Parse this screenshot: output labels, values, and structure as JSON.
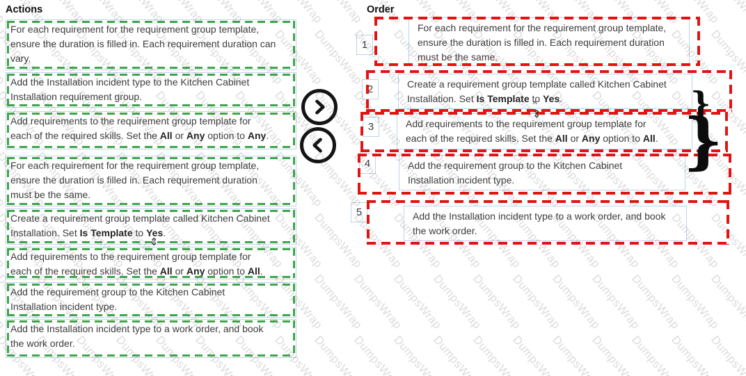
{
  "actions": {
    "header": "Actions",
    "items": [
      {
        "text": "For each requirement for the requirement group template,\nensure the duration is filled in. Each requirement duration can\nvary."
      },
      {
        "text": "Add the Installation incident type to the Kitchen Cabinet\nInstallation requirement group."
      },
      {
        "text": "Add requirements to the requirement group template for\neach of the required skills. Set the **All** or **Any** option to **Any**."
      },
      {
        "text": "For each requirement for the requirement group template,\nensure the duration is filled in. Each requirement duration\nmust be the same."
      },
      {
        "text": "Create a requirement group template called Kitchen Cabinet\nInstallation. Set **Is Template** to **Yes**."
      },
      {
        "text": "Add requirements to the requirement group template for\neach of the required skills. Set the **All** or **Any** option to **All**."
      },
      {
        "text": "Add the requirement group to the Kitchen Cabinet\nInstallation incident type."
      },
      {
        "text": "Add the Installation incident type to a work order, and book\nthe work order."
      }
    ]
  },
  "order": {
    "header": "Order",
    "items": [
      {
        "number": "1",
        "text": "For each requirement for the requirement group template,\nensure the duration is filled in. Each requirement duration\nmust be the same."
      },
      {
        "number": "2",
        "text": "Create a requirement group template called Kitchen Cabinet\nInstallation. Set **Is Template** to **Yes**."
      },
      {
        "number": "3",
        "text": "Add requirements to the requirement group template for\neach of the required skills. Set the **All** or **Any** option to **All**."
      },
      {
        "number": "4",
        "text": "Add the requirement group to the Kitchen Cabinet\nInstallation incident type."
      },
      {
        "number": "5",
        "text": "Add the Installation incident type to a work order, and book\nthe work order."
      }
    ]
  },
  "watermark": {
    "text": "DumpsWrap"
  },
  "annotations": {
    "brace_glyph": "}",
    "resize_cursor_glyph": "⇕",
    "caret_glyph": "^"
  },
  "colors": {
    "green_dash": "#3fa54b",
    "red_dash": "#e21313",
    "box_border": "#bdd3e8",
    "text": "#3c3c3c"
  }
}
